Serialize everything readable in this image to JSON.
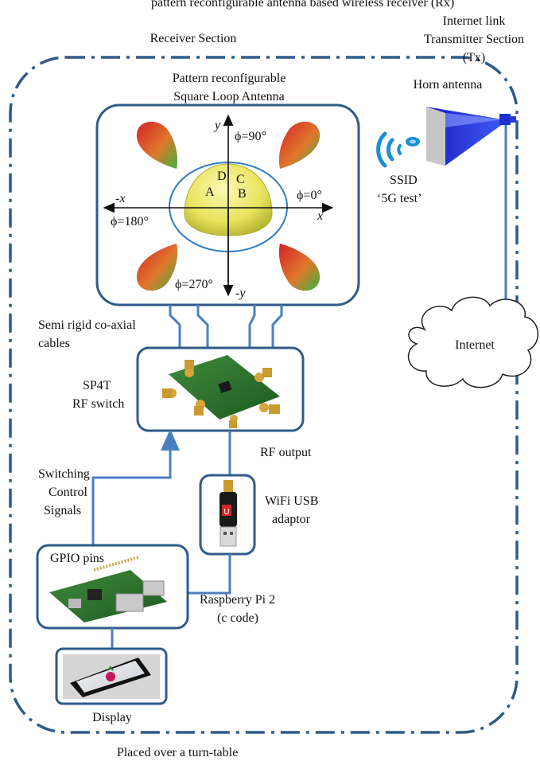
{
  "header": {
    "top_partial": "pattern reconfigurable antenna based wireless receiver (Rx)",
    "receiver_section": "Receiver Section",
    "internet_link": "Internet link",
    "transmitter_section": "Transmitter Section",
    "tx": "(Tx)",
    "horn_antenna": "Horn antenna"
  },
  "antenna": {
    "title_line1": "Pattern reconfigurable",
    "title_line2": "Square Loop Antenna",
    "axis_y": "y",
    "axis_neg_y": "-y",
    "axis_x": "x",
    "axis_neg_x": "-x",
    "phi_90": "ϕ=90°",
    "phi_0": "ϕ=0°",
    "phi_180": "ϕ=180°",
    "phi_270": "ϕ=270°",
    "port_a": "A",
    "port_b": "B",
    "port_c": "C",
    "port_d": "D"
  },
  "wifi": {
    "ssid_label": "SSID",
    "ssid_value": "‘5G test’"
  },
  "internet": {
    "label": "Internet"
  },
  "cables": {
    "line1": "Semi rigid co-axial",
    "line2": "cables"
  },
  "switch": {
    "line1": "SP4T",
    "line2": "RF switch"
  },
  "rf_output": "RF output",
  "control": {
    "line1": "Switching",
    "line2": "Control",
    "line3": "Signals"
  },
  "usb": {
    "line1": "WiFi USB",
    "line2": "adaptor",
    "badge": "U"
  },
  "rpi": {
    "gpio": "GPIO pins",
    "line1": "Raspberry Pi 2",
    "line2": "(c code)"
  },
  "display": {
    "label": "Display"
  },
  "footer": {
    "turntable": "Placed over a turn-table"
  },
  "colors": {
    "frame_blue": "#2f5b8a",
    "link_blue": "#4a7fc0",
    "horn_blue": "#1f2fd0",
    "hemisphere_yellow": "#e7e259"
  }
}
